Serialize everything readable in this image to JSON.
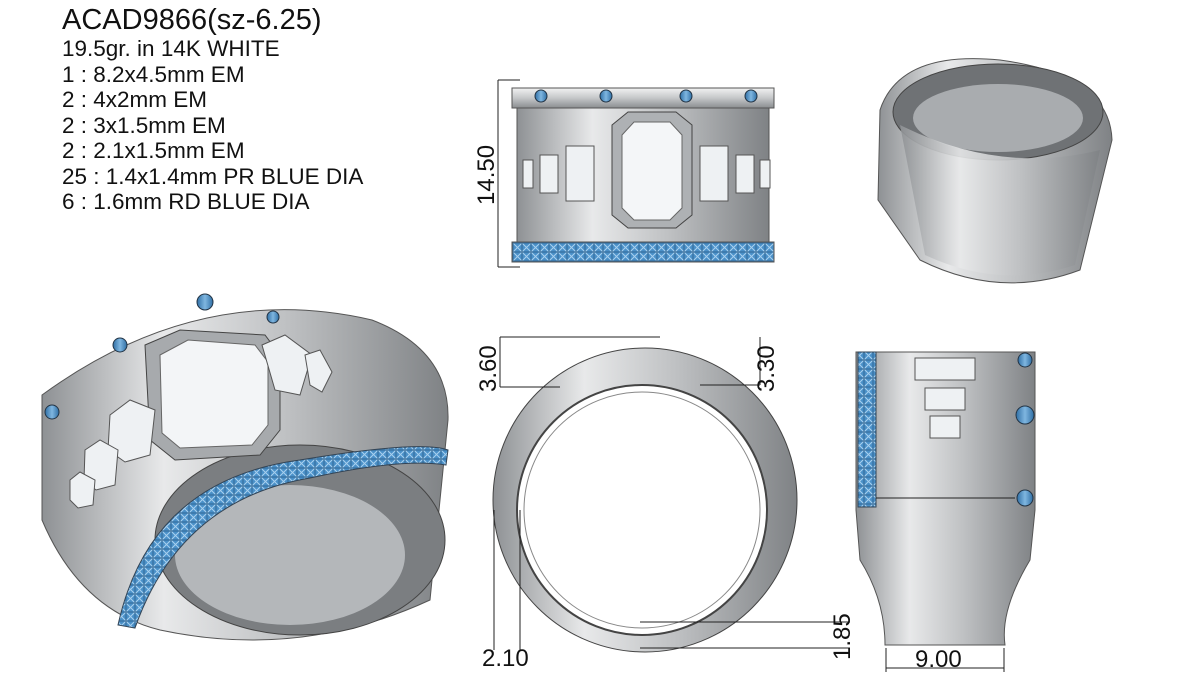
{
  "spec": {
    "title": "ACAD9866(sz-6.25)",
    "weight": "19.5gr.  in 14K WHITE",
    "stones": [
      "1 : 8.2x4.5mm EM",
      "2 : 4x2mm EM",
      "2 : 3x1.5mm EM",
      "2 : 2.1x1.5mm EM",
      "25 : 1.4x1.4mm PR BLUE DIA",
      "6 : 1.6mm RD BLUE DIA"
    ]
  },
  "dimensions": {
    "height": "14.50",
    "top_left": "3.60",
    "top_right": "3.30",
    "bottom_left": "2.10",
    "bottom_right": "1.85",
    "width": "9.00"
  },
  "colors": {
    "metal": "#c9cbcd",
    "metal_dark": "#8e9194",
    "blue_stone": "#3f86bf",
    "line": "#222222"
  }
}
